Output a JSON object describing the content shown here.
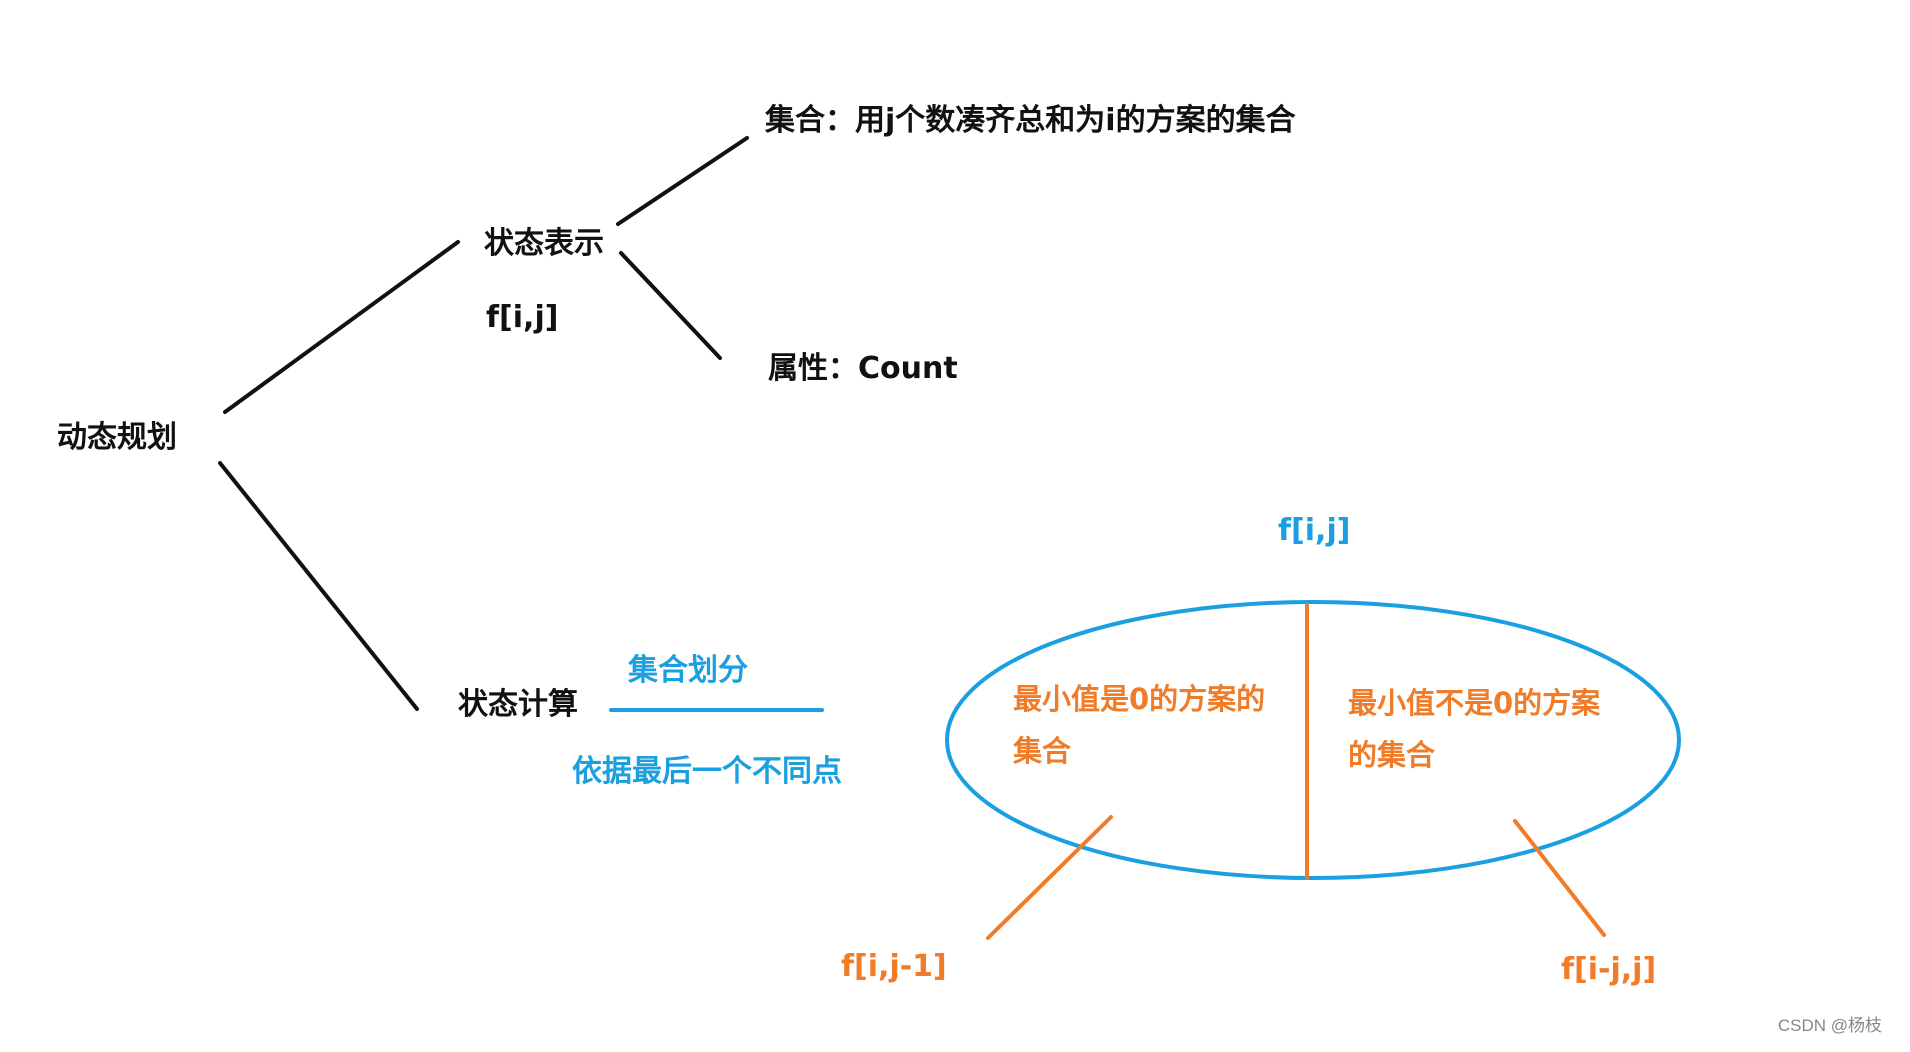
{
  "root": {
    "label": "动态规划"
  },
  "state_representation": {
    "label": "状态表示",
    "notation": "f[i,j]",
    "set": "集合：用j个数凑齐总和为i的方案的集合",
    "attribute": "属性：Count"
  },
  "state_computation": {
    "label": "状态计算",
    "partition_label": "集合划分",
    "basis": "依据最后一个不同点"
  },
  "partition": {
    "whole": "f[i,j]",
    "left_region": {
      "line1": "最小值是0的方案的",
      "line2": "集合"
    },
    "right_region": {
      "line1": "最小值不是0的方案",
      "line2": "的集合"
    },
    "left_result": "f[i,j-1]",
    "right_result": "f[i-j,j]"
  },
  "colors": {
    "black": "#111111",
    "blue": "#1a9fe0",
    "orange": "#f07c28"
  },
  "watermark": "CSDN @杨枝"
}
